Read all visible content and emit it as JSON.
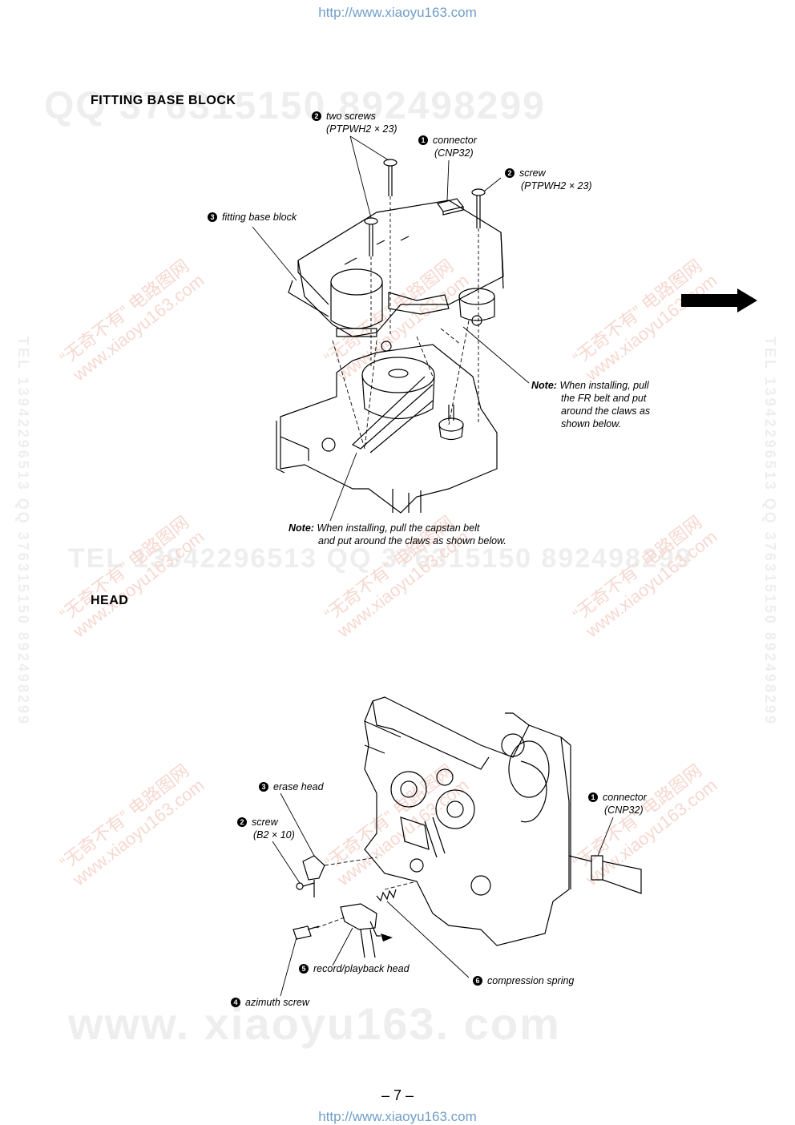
{
  "header_url": "http://www.xiaoyu163.com",
  "footer_url": "http://www.xiaoyu163.com",
  "page_number": "– 7 –",
  "watermarks": {
    "big_top": "QQ 376315150   892498299",
    "big_mid": "TEL 13942296513     QQ 376315150   892498299",
    "big_bottom": "www. xiaoyu163. com",
    "vertical": "TEL 13942296513  QQ 376315150  892498299",
    "diag_line1": "“无奇不有” 电路图网",
    "diag_line2": "www.xiaoyu163.com"
  },
  "fitting_base_block": {
    "title": "FITTING  BASE  BLOCK",
    "callouts": {
      "two_screws": {
        "num": "2",
        "line1": "two screws",
        "line2": "(PTPWH2 × 23)"
      },
      "connector": {
        "num": "1",
        "line1": "connector",
        "line2": "(CNP32)"
      },
      "screw": {
        "num": "2",
        "line1": "screw",
        "line2": "(PTPWH2 × 23)"
      },
      "fitting_base": {
        "num": "3",
        "line1": "fitting base block"
      }
    },
    "note_right": {
      "label": "Note:",
      "line1": "When installing, pull",
      "line2": "the FR belt and put",
      "line3": "around the claws as",
      "line4": "shown below."
    },
    "note_bottom": {
      "label": "Note:",
      "line1": "When installing, pull the capstan belt",
      "line2": "and put around the claws as shown below."
    }
  },
  "head": {
    "title": "HEAD",
    "callouts": {
      "erase_head": {
        "num": "3",
        "line1": "erase head"
      },
      "screw": {
        "num": "2",
        "line1": "screw",
        "line2": "(B2 × 10)"
      },
      "connector": {
        "num": "1",
        "line1": "connector",
        "line2": "(CNP32)"
      },
      "record_head": {
        "num": "5",
        "line1": "record/playback head"
      },
      "compression_spring": {
        "num": "6",
        "line1": "compression spring"
      },
      "azimuth_screw": {
        "num": "4",
        "line1": "azimuth screw"
      }
    }
  }
}
